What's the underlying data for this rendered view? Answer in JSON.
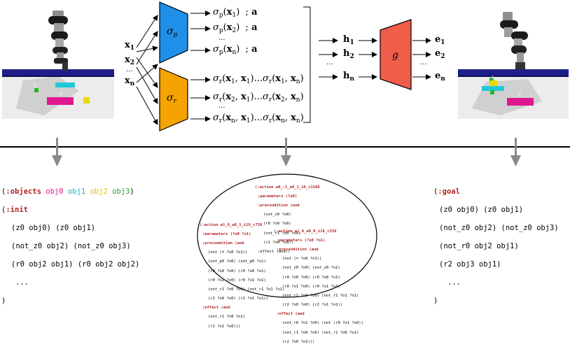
{
  "inputs": [
    "x1",
    "x2",
    "...",
    "xn"
  ],
  "nets": {
    "sigma_p": {
      "label": "σp",
      "color": "#1f8fe8"
    },
    "sigma_r": {
      "label": "σr",
      "color": "#f5a300"
    },
    "g": {
      "label": "g",
      "color": "#f25c4a"
    }
  },
  "sp_outputs": [
    "σp(x1) ; a",
    "σp(x2) ; a",
    "...",
    "σp(xn) ; a"
  ],
  "sr_outputs": [
    "σr(x1, x1)...σr(x1, xn)",
    "σr(x2, x1)...σr(x2, xn)",
    "...",
    "σr(xn, x1)...σr(xn, xn)"
  ],
  "hidden": [
    "h1",
    "h2",
    "...",
    "hn"
  ],
  "embeddings": [
    "e1",
    "e2",
    "...",
    "en"
  ],
  "scene_labels": {
    "left": [
      "3",
      "1",
      "0",
      "2"
    ],
    "right": [
      "1",
      "0"
    ]
  },
  "pddl_left": {
    "objects_kw": ":objects",
    "objects": [
      {
        "name": "obj0",
        "color": "#e0188f"
      },
      {
        "name": "obj1",
        "color": "#12b3d8"
      },
      {
        "name": "obj2",
        "color": "#e6c200"
      },
      {
        "name": "obj3",
        "color": "#2aa52a"
      }
    ],
    "init_kw": ":init",
    "init_lines": [
      "(z0 obj0) (z0 obj1)",
      "(not_z0 obj2) (not_z0 obj3)",
      "(r0 obj2 obj1) (r0 obj2 obj2)",
      "..."
    ],
    "close": ")"
  },
  "pddl_right": {
    "goal_kw": ":goal",
    "goal_lines": [
      "(z0 obj0) (z0 obj1)",
      "(not_z0 obj2) (not_z0 obj3)",
      "(not_r0 obj2 obj1)",
      "(r2 obj3 obj1)",
      "..."
    ],
    "close": ")"
  },
  "actions": [
    {
      "header": ":action a0_-1_a0_1_i0_c1586",
      "params": ":parameters (?o0)",
      "pre": ":precondition (and",
      "pre_lines": [
        "(not_z0 ?o0)",
        "(r0 ?o0 ?o0)",
        "(not_r1 ?o0 ?o0)",
        "(r2 ?o0 ?o0))"
      ],
      "effect": ":effect (and))"
    },
    {
      "header": ":action a1_0_a0_1_i19_c736",
      "params": ":parameters (?o0 ?o1)",
      "pre": ":precondition (and",
      "pre_lines": [
        "(not (= ?o0 ?o1))",
        "(not_p0 ?o0) (not_p0 ?o1)",
        "(r0 ?o0 ?o0) (r0 ?o0 ?o1)",
        "(r0 ?o1 ?o0) (r0 ?o1 ?o1)",
        "(not_r1 ?o0 ?o0) (not_r1 ?o1 ?o1)",
        "(r2 ?o0 ?o0) (r2 ?o1 ?o1))"
      ],
      "effect": ":effect (and",
      "effect_lines": [
        "(not_r1 ?o0 ?o1)",
        "(r2 ?o1 ?o0)))"
      ]
    },
    {
      "header": ":action a1_0_a0_0_i18_c336",
      "params": ":parameters (?o0 ?o1)",
      "pre": ":precondition (and",
      "pre_lines": [
        "(not (= ?o0 ?o1))",
        "(not_z0 ?o0) (not_z0 ?o1)",
        "(r0 ?o0 ?o0) (r0 ?o0 ?o1)",
        "(r0 ?o1 ?o0) (r0 ?o1 ?o1)",
        "(not_r1 ?o0 ?o0) (not_r1 ?o1 ?o1)",
        "(r2 ?o0 ?o0) (r2 ?o1 ?o1))"
      ],
      "effect": ":effect (and",
      "effect_lines": [
        "(not_r0 ?o1 ?o0) (not (r0 ?o1 ?o0))",
        "(not_r1 ?o0 ?o0) (not_r1 ?o0 ?o1)",
        "(r2 ?o0 ?o1)))"
      ]
    }
  ]
}
